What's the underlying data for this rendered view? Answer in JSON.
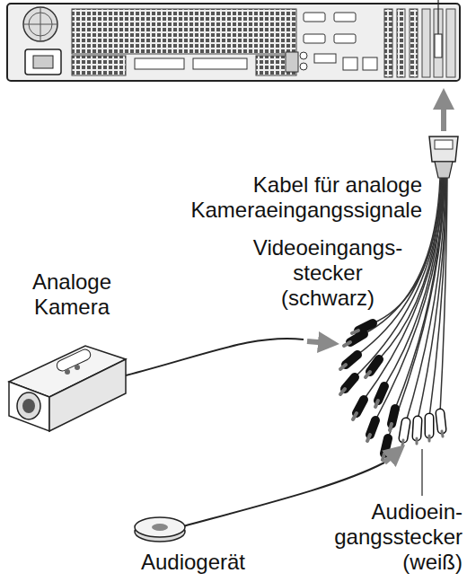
{
  "diagram": {
    "labels": [
      "Kabel für analoge Kameraeingangssignale",
      "Videoeingangs- stecker (schwarz)",
      "Analoge Kamera",
      "Audioein- gangsstecker (weiß)",
      "Audiogerät"
    ]
  }
}
